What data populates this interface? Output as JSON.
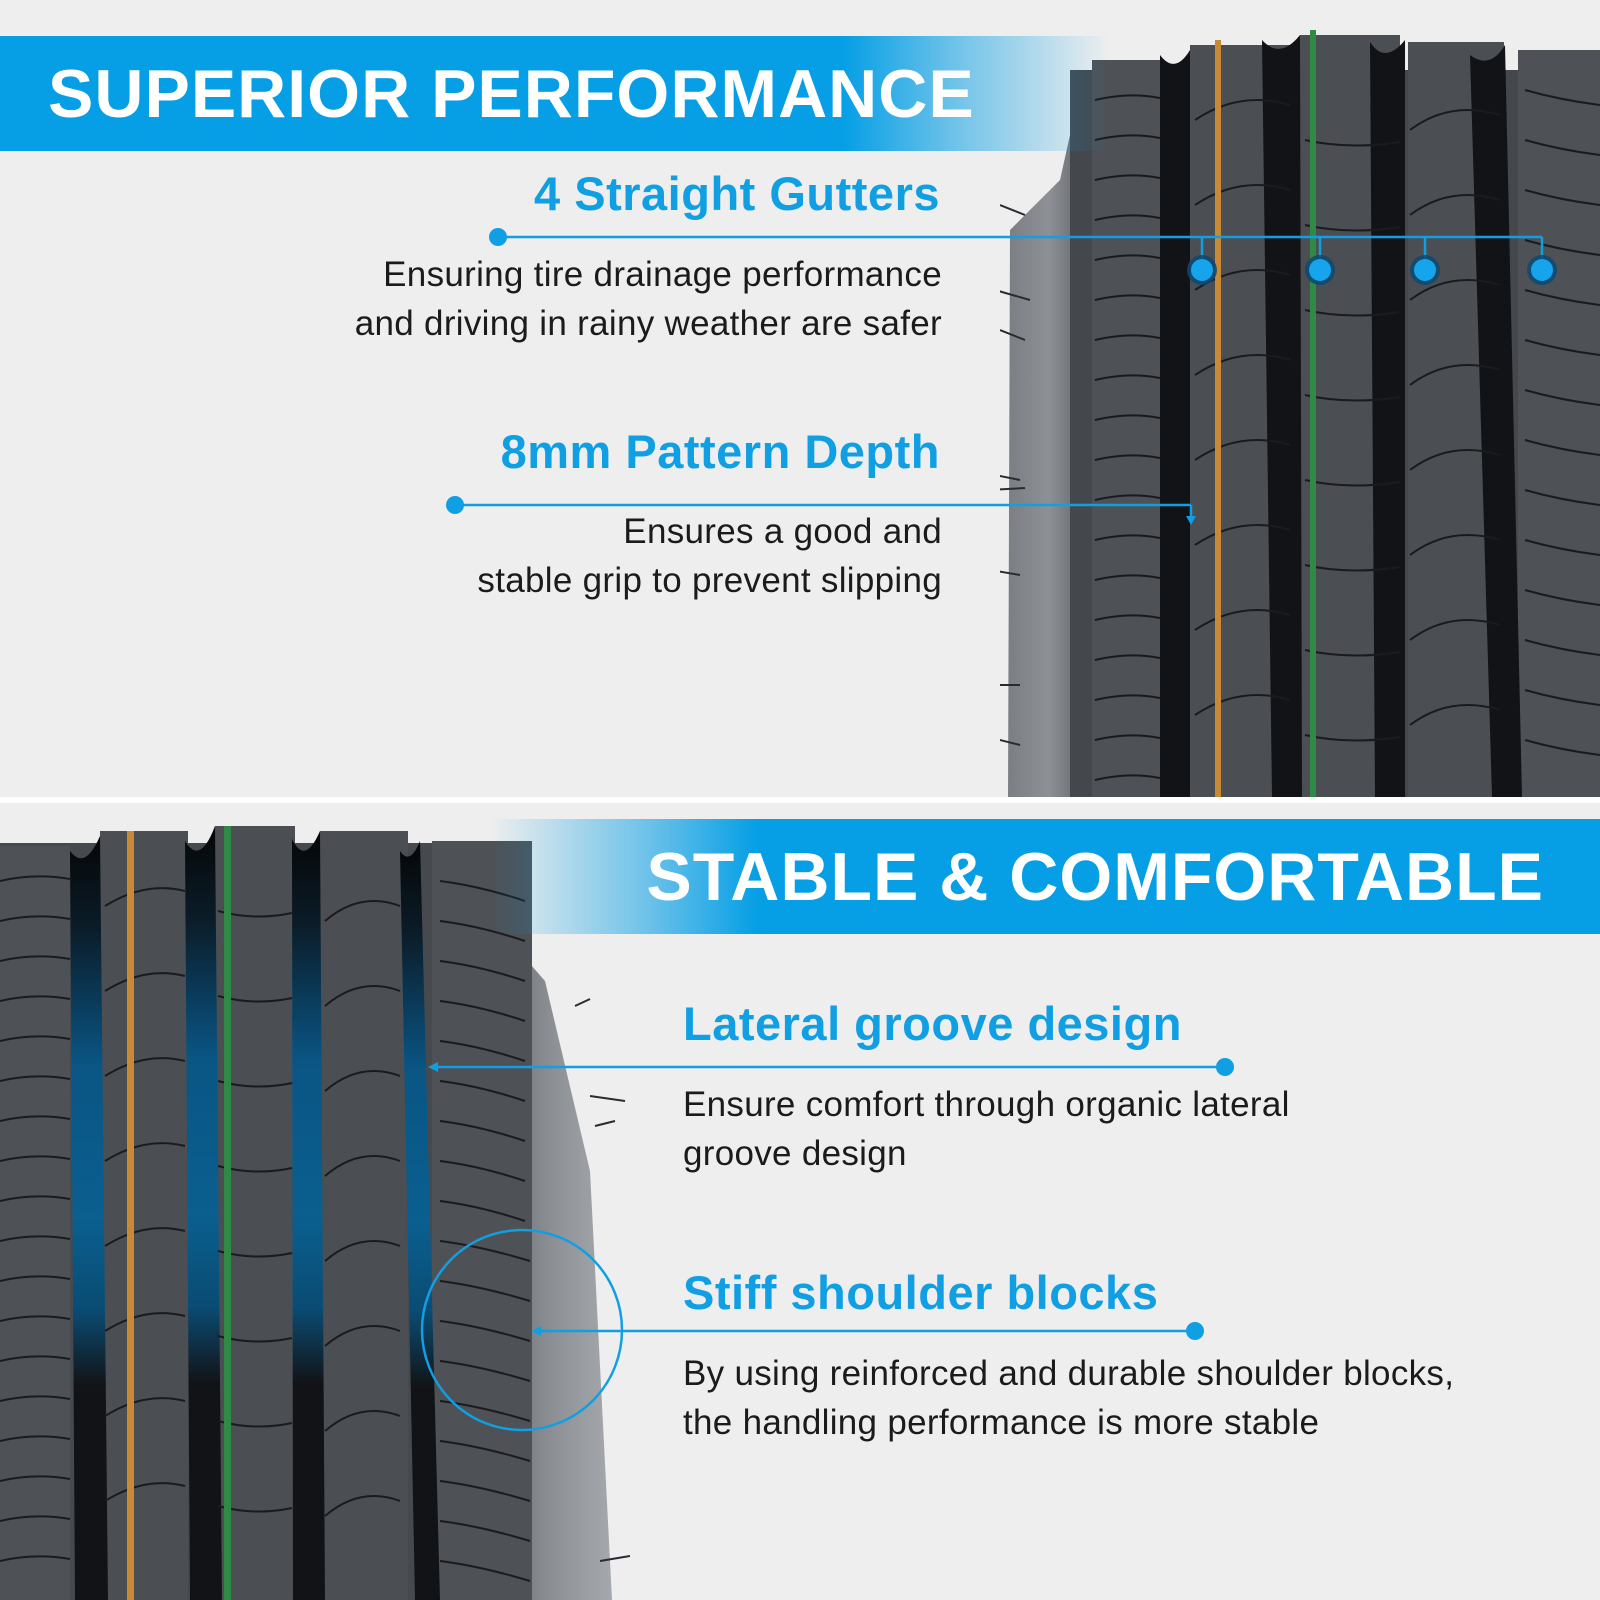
{
  "colors": {
    "accent": "#069fe5",
    "feature_title": "#119fe3",
    "body_text": "#1b1b1b",
    "background": "#eeeeee",
    "tire_rubber": "#4a4d52",
    "groove": "#111214",
    "water_fill": "#0a5f8f",
    "marker_orange": "#c98a35",
    "marker_green": "#2e8a45"
  },
  "sections": [
    {
      "banner": "SUPERIOR PERFORMANCE",
      "features": [
        {
          "title": "4 Straight Gutters",
          "desc_lines": [
            "Ensuring tire drainage performance",
            "and driving in rainy weather are safer"
          ],
          "callout": "gutter-points"
        },
        {
          "title": "8mm Pattern Depth",
          "desc_lines": [
            "Ensures a good and",
            "stable grip to prevent slipping"
          ],
          "callout": "arrow-down"
        }
      ]
    },
    {
      "banner": "STABLE & COMFORTABLE",
      "features": [
        {
          "title": "Lateral groove design",
          "desc_lines": [
            "Ensure comfort through organic lateral",
            "groove design"
          ],
          "callout": "arrow-left"
        },
        {
          "title": "Stiff shoulder blocks",
          "desc_lines": [
            "By using reinforced and durable shoulder blocks,",
            "the handling performance is more stable"
          ],
          "callout": "circle-highlight"
        }
      ]
    }
  ]
}
